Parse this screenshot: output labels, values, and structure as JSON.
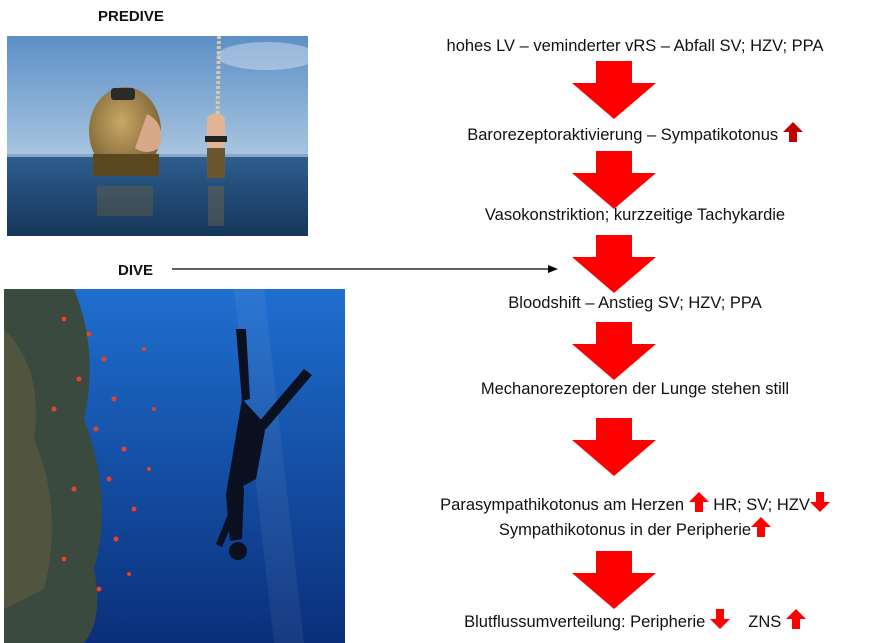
{
  "labels": {
    "predive": "PREDIVE",
    "dive": "DIVE"
  },
  "steps": {
    "s1": "hohes LV – veminderter vRS – Abfall SV; HZV; PPA",
    "s2": "Barorezeptoraktivierung – Sympatikotonus",
    "s3": "Vasokonstriktion; kurzzeitige Tachykardie",
    "s4": "Bloodshift – Anstieg SV; HZV; PPA",
    "s5": "Mechanorezeptoren der Lunge stehen still",
    "s6a": "Parasympathikotonus am Herzen",
    "s6b": "HR; SV; HZV",
    "s6c": "Sympathikotonus in der Peripherie",
    "s7a": "Blutflussumverteilung: Peripherie",
    "s7b": "ZNS"
  },
  "colors": {
    "arrow": "#ff0000",
    "small_arrow_dark": "#c00000",
    "text": "#111111"
  },
  "icons": {
    "flow_arrow": "red-down-arrow",
    "increase": "red-up-arrow",
    "decrease": "red-down-arrow"
  }
}
